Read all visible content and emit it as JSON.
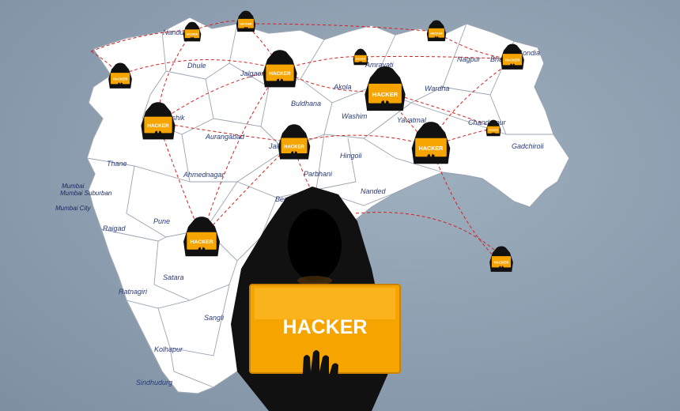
{
  "colors": {
    "background": "#8d9fb0",
    "land": "#ffffff",
    "border": "#9aa4b2",
    "route": "#d62020",
    "label": "#2a3a7a",
    "hood": "#111111",
    "laptop": "#f6a400"
  },
  "districts": [
    {
      "name": "Nandurbar"
    },
    {
      "name": "Dhule"
    },
    {
      "name": "Jalgaon"
    },
    {
      "name": "Amravati"
    },
    {
      "name": "Nagpur"
    },
    {
      "name": "Bhandara"
    },
    {
      "name": "Gondia"
    },
    {
      "name": "Akola"
    },
    {
      "name": "Wardha"
    },
    {
      "name": "Buldhana"
    },
    {
      "name": "Washim"
    },
    {
      "name": "Yavatmal"
    },
    {
      "name": "Chandrapur"
    },
    {
      "name": "Nashik"
    },
    {
      "name": "Aurangabad"
    },
    {
      "name": "Jalna"
    },
    {
      "name": "Gadchiroli"
    },
    {
      "name": "Thane"
    },
    {
      "name": "Ahmednagar"
    },
    {
      "name": "Parbhani"
    },
    {
      "name": "Hingoli"
    },
    {
      "name": "Mumbai Suburban"
    },
    {
      "name": "Mumbai City"
    },
    {
      "name": "Beed"
    },
    {
      "name": "Nanded"
    },
    {
      "name": "Raigad"
    },
    {
      "name": "Pune"
    },
    {
      "name": "Satara"
    },
    {
      "name": "Ratnagiri"
    },
    {
      "name": "Sangli"
    },
    {
      "name": "Kolhapur"
    },
    {
      "name": "Sindhudurg"
    }
  ],
  "hacker_label": "HACKER"
}
